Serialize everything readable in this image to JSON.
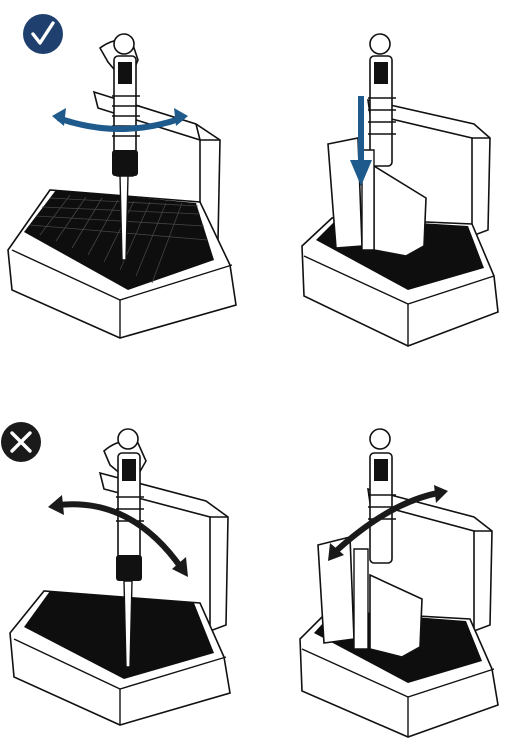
{
  "colors": {
    "correct": "#1F3F6E",
    "incorrect": "#1A1A1A",
    "correct_arrow": "#1E5A8C",
    "incorrect_arrow": "#1A1A1A",
    "line": "#111111",
    "paper": "#FFFFFF",
    "tip": "#0E0E0E"
  },
  "panels": [
    {
      "id": "tl",
      "status": "correct",
      "status_icon": "checkmark-icon",
      "action": "twist",
      "arrow_icon": "curved-double-arrow-icon",
      "tool": "pipette"
    },
    {
      "id": "tr",
      "status": "correct",
      "action": "press-down",
      "arrow_icon": "down-arrow-icon",
      "tool": "multichannel-pipette"
    },
    {
      "id": "bl",
      "status": "incorrect",
      "status_icon": "cross-icon",
      "action": "rock-sideways",
      "arrow_icon": "curved-double-arrow-icon",
      "tool": "pipette"
    },
    {
      "id": "br",
      "status": "incorrect",
      "action": "rock-sideways",
      "arrow_icon": "curved-double-arrow-icon",
      "tool": "multichannel-pipette"
    }
  ]
}
